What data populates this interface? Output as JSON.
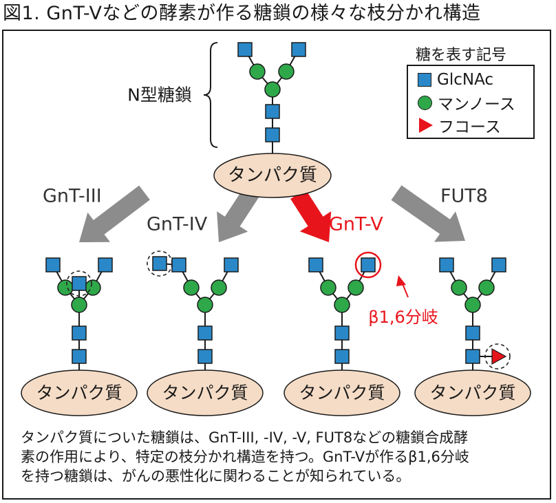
{
  "title": "図1. GnT-Vなどの酵素が作る糖鎖の様々な枝分かれ構造",
  "n_glycan_label": "N型糖鎖",
  "protein_label": "タンパク質",
  "legend": {
    "title": "糖を表す記号",
    "items": [
      {
        "symbol": "square",
        "label": "GlcNAc",
        "color": "#2a88c8"
      },
      {
        "symbol": "circle",
        "label": "マンノース",
        "color": "#2fa84a"
      },
      {
        "symbol": "triangle",
        "label": "フコース",
        "color": "#e8141b"
      }
    ]
  },
  "enzymes": [
    {
      "id": "gnt3",
      "label": "GnT-III",
      "highlight": false
    },
    {
      "id": "gnt4",
      "label": "GnT-IV",
      "highlight": false
    },
    {
      "id": "gnt5",
      "label": "GnT-V",
      "highlight": true
    },
    {
      "id": "fut8",
      "label": "FUT8",
      "highlight": false
    }
  ],
  "beta16_label": "β1,6分岐",
  "colors": {
    "glcnac": "#2a88c8",
    "mannose": "#2fa84a",
    "fucose": "#e8141b",
    "protein_fill": "#f5dcc6",
    "arrow_gray": "#8c8c8c",
    "highlight_red": "#e8141b"
  },
  "caption": {
    "line1": "タンパク質についた糖鎖は、GnT-III, -IV, -V, FUT8などの糖鎖合成酵",
    "line2": "素の作用により、特定の枝分かれ構造を持つ。GnT-Vが作るβ1,6分岐",
    "line3": "を持つ糖鎖は、がんの悪性化に関わることが知られている。"
  }
}
